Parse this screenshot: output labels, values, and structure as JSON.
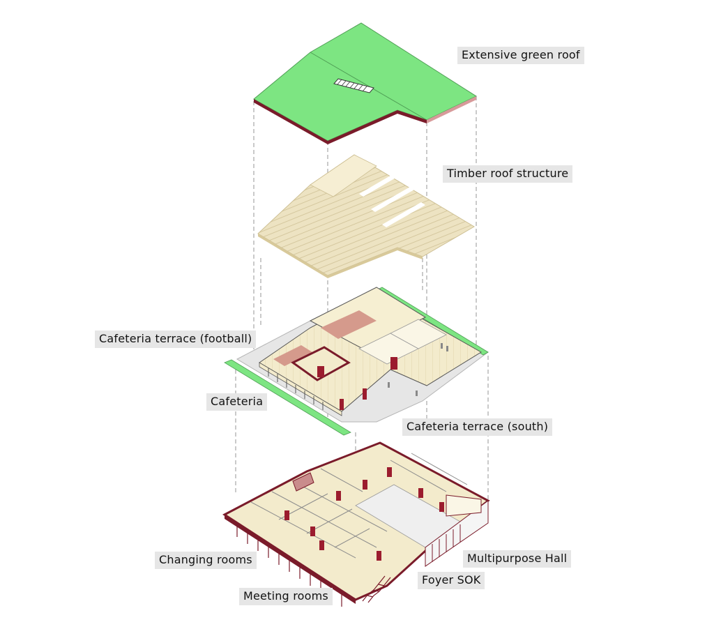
{
  "labels": {
    "green_roof": "Extensive green roof",
    "timber_roof": "Timber roof structure",
    "cafeteria_terrace_football": "Cafeteria terrace (football)",
    "cafeteria": "Cafeteria",
    "cafeteria_terrace_south": "Cafeteria terrace (south)",
    "multipurpose_hall": "Multipurpose Hall",
    "changing_rooms": "Changing rooms",
    "foyer_sok": "Foyer SOK",
    "meeting_rooms": "Meeting rooms"
  },
  "colors": {
    "green_roof": "#7de582",
    "roof_edge": "#7a1b2a",
    "timber": "#ede3c2",
    "timber_line": "#cfc196",
    "wall_fill": "#f3ebcc",
    "accent_red": "#9b1c2e",
    "floor_light": "#f2f2f2",
    "terrace_red": "#d59a8c",
    "label_bg": "#e6e6e6"
  }
}
